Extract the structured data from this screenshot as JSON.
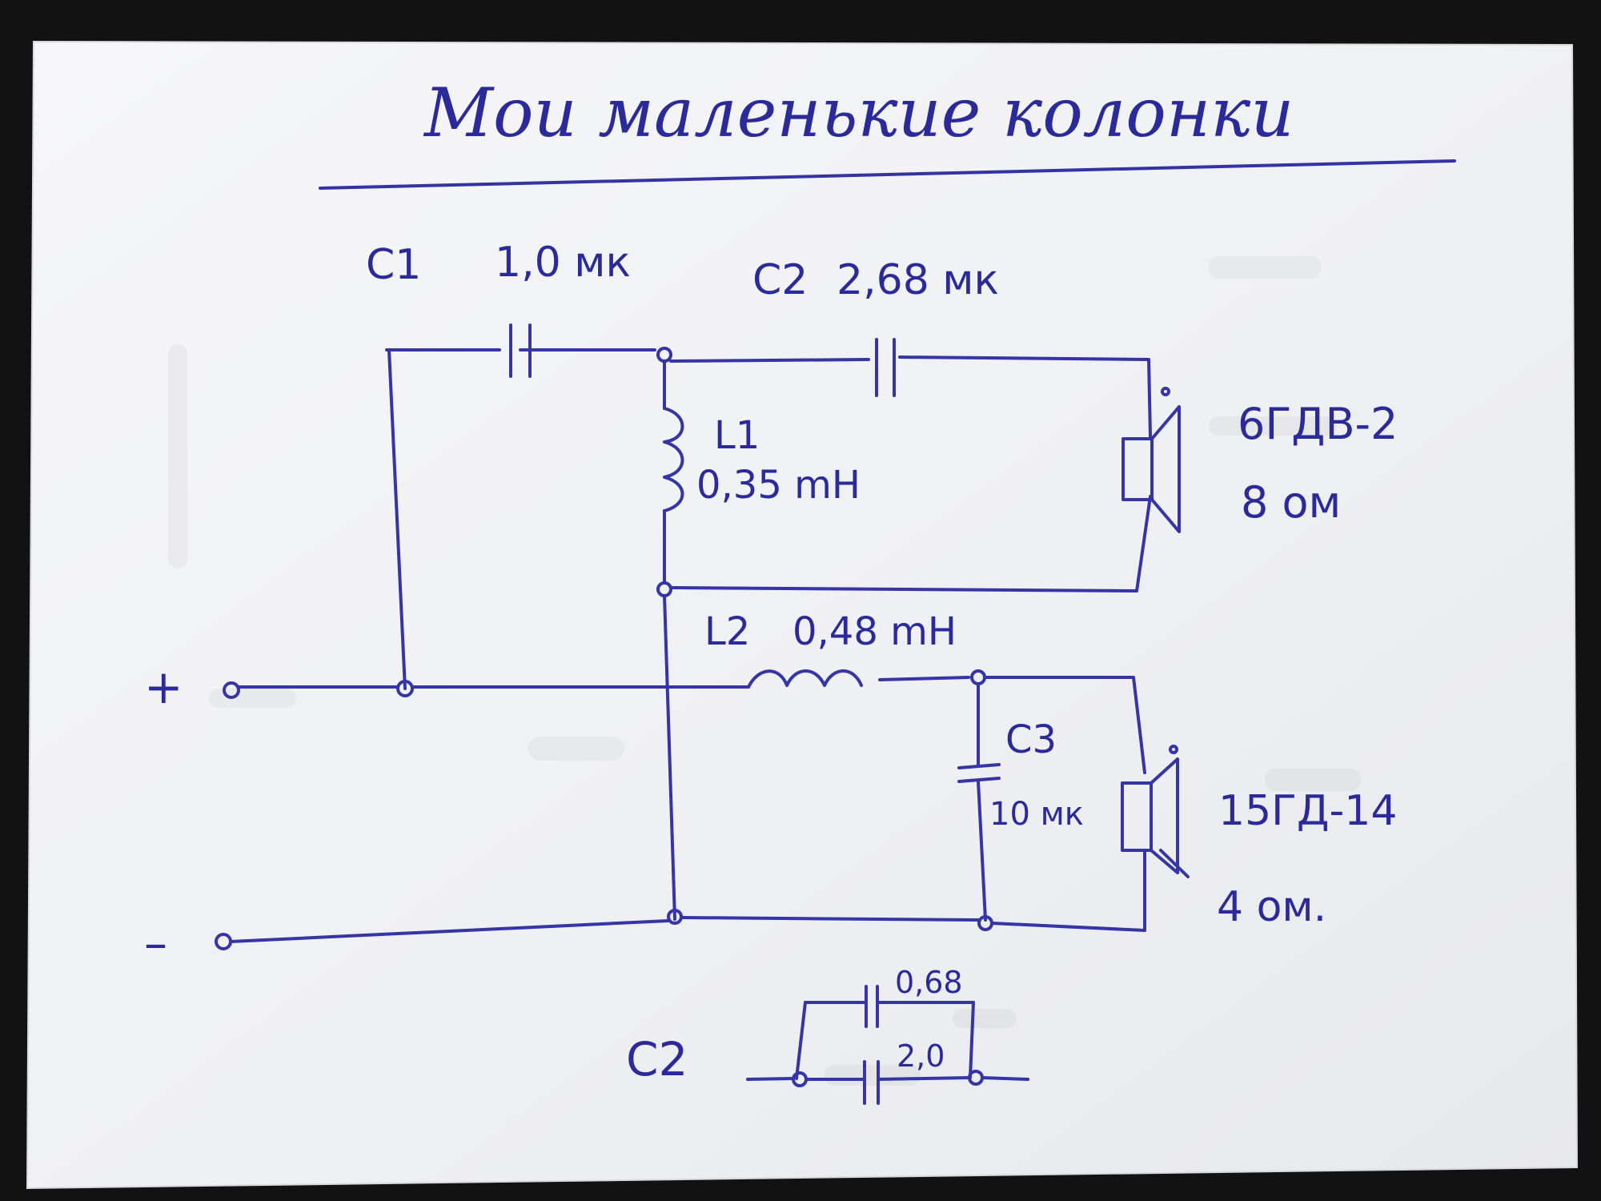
{
  "title": "Мои маленькие колонки",
  "components": {
    "c1": {
      "ref": "C1",
      "value": "1,0 мк"
    },
    "c2": {
      "ref": "C2",
      "value": "2,68 мк"
    },
    "l1": {
      "ref": "L1",
      "value": "0,35 mH"
    },
    "l2": {
      "ref": "L2",
      "value": "0,48 mH"
    },
    "c3": {
      "ref": "C3",
      "value": "10 мк"
    }
  },
  "speakers": {
    "tweeter": {
      "model": "6ГДВ-2",
      "impedance": "8 ом"
    },
    "woofer": {
      "model": "15ГД-14",
      "impedance": "4 ом."
    }
  },
  "terminals": {
    "plus": "+",
    "minus": "–"
  },
  "c2_detail": {
    "label": "C2",
    "cap_a": "0,68",
    "cap_b": "2,0"
  },
  "colors": {
    "ink": "#2a2a9a",
    "paper": "#f3f3f6",
    "background": "#121212"
  }
}
